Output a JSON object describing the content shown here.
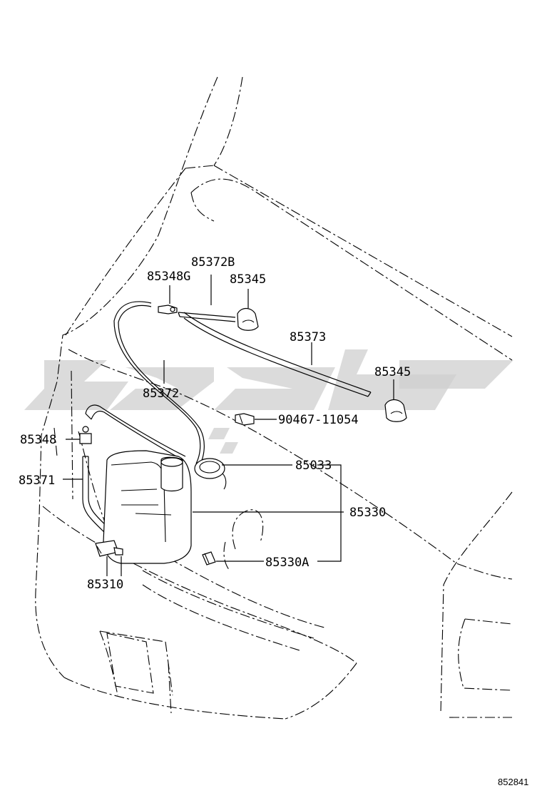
{
  "diagram": {
    "labels": {
      "p85372B": "85372B",
      "p85348G": "85348G",
      "p85345_top": "85345",
      "p85373": "85373",
      "p85345_right": "85345",
      "p85372": "85372",
      "p90467": "90467-11054",
      "p85348": "85348",
      "p85033": "85033",
      "p85371": "85371",
      "p85330": "85330",
      "p85330A": "85330A",
      "p85310": "85310"
    },
    "figure_code": "852841"
  }
}
